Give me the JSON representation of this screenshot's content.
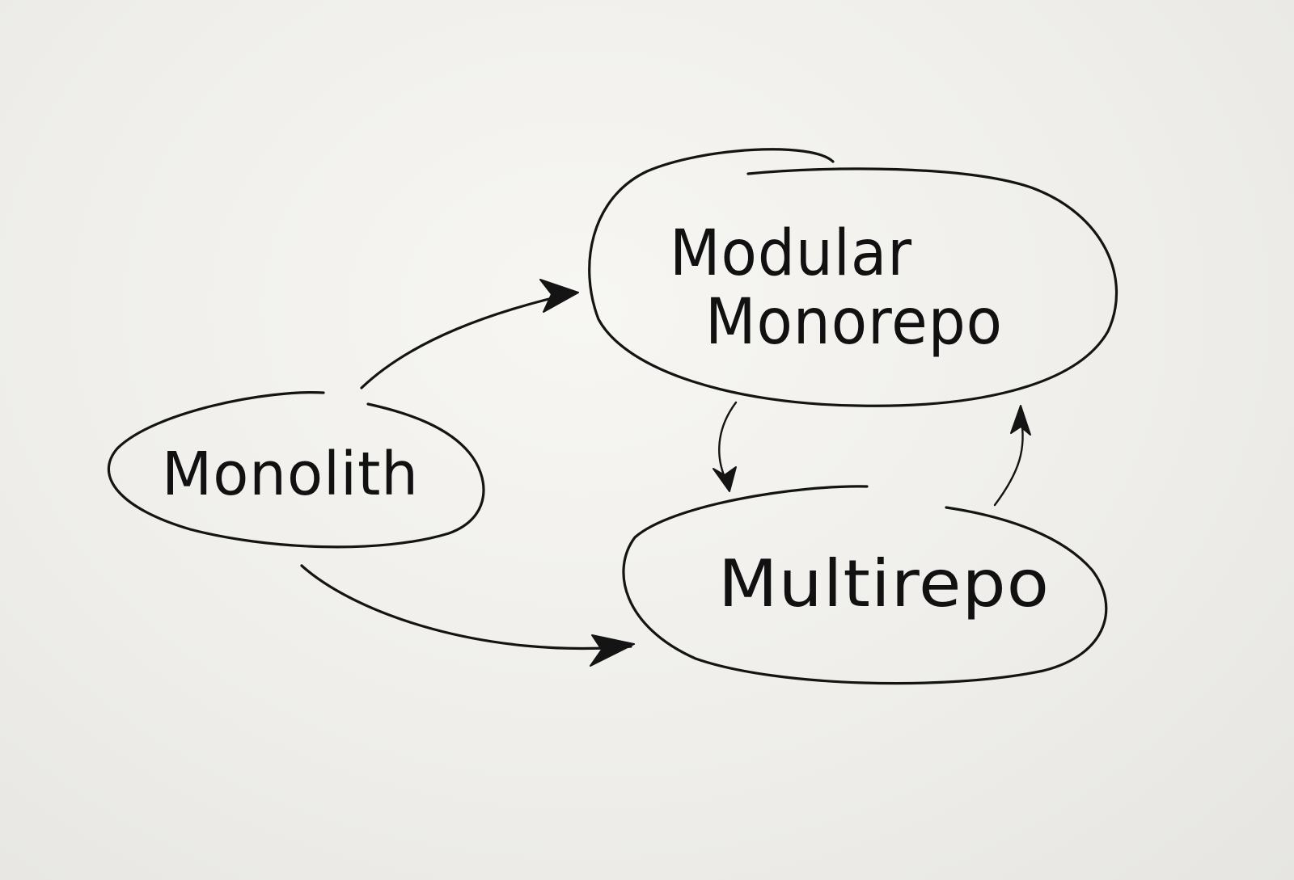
{
  "diagram": {
    "nodes": [
      {
        "id": "monolith",
        "label": "Monolith"
      },
      {
        "id": "modular_monorepo",
        "label_line1": "Modular",
        "label_line2": "Monorepo"
      },
      {
        "id": "multirepo",
        "label": "Multirepo"
      }
    ],
    "edges": [
      {
        "from": "monolith",
        "to": "modular_monorepo"
      },
      {
        "from": "monolith",
        "to": "multirepo"
      },
      {
        "from": "modular_monorepo",
        "to": "multirepo"
      },
      {
        "from": "multirepo",
        "to": "modular_monorepo"
      }
    ],
    "ink_color": "#141414",
    "paper_color": "#f2f1ed"
  }
}
